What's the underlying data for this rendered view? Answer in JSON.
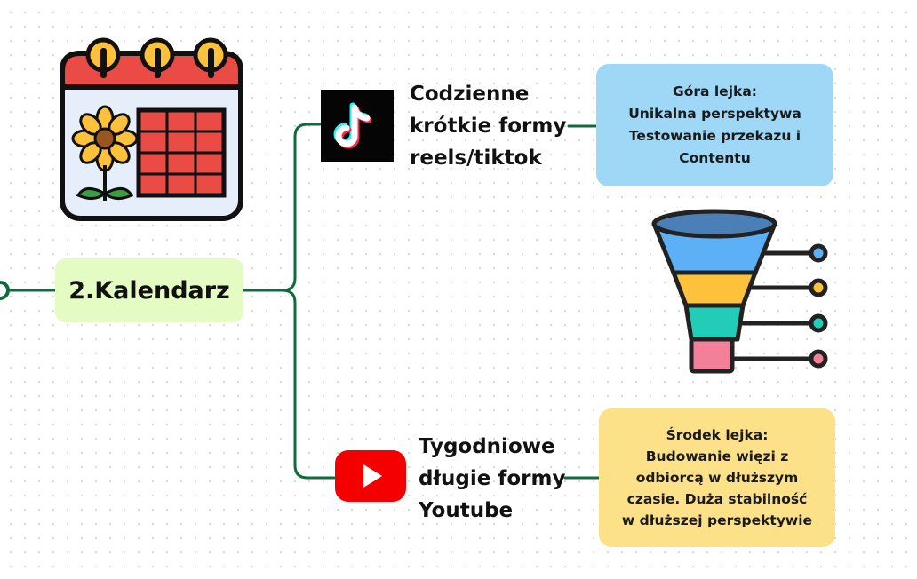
{
  "main_node": {
    "label": "2.Kalendarz"
  },
  "branches": [
    {
      "icon": "tiktok-icon",
      "lines": [
        "Codzienne",
        "krótkie formy",
        "reels/tiktok"
      ],
      "note": {
        "lines": [
          "Góra lejka:",
          "Unikalna perspektywa",
          "Testowanie przekazu i",
          "Contentu"
        ],
        "color": "#9fd7f7"
      }
    },
    {
      "icon": "youtube-icon",
      "lines": [
        "Tygodniowe",
        "długie formy",
        "Youtube"
      ],
      "note": {
        "lines": [
          "Środek lejka:",
          "Budowanie więzi z",
          "odbiorcą w dłuższym",
          "czasie. Duża stabilność",
          "w dłuższej perspektywie"
        ],
        "color": "#fde188"
      }
    }
  ],
  "decor": {
    "calendar_icon": "calendar-sunflower-icon",
    "funnel_icon": "sales-funnel-icon"
  },
  "colors": {
    "connector": "#0f6b3c",
    "main_node_bg": "#e4fcc4",
    "youtube_red": "#f40000",
    "funnel_blue": "#5cb0f5",
    "funnel_yellow": "#fdc13c",
    "funnel_teal": "#22ccb6",
    "funnel_pink": "#f47f98"
  }
}
